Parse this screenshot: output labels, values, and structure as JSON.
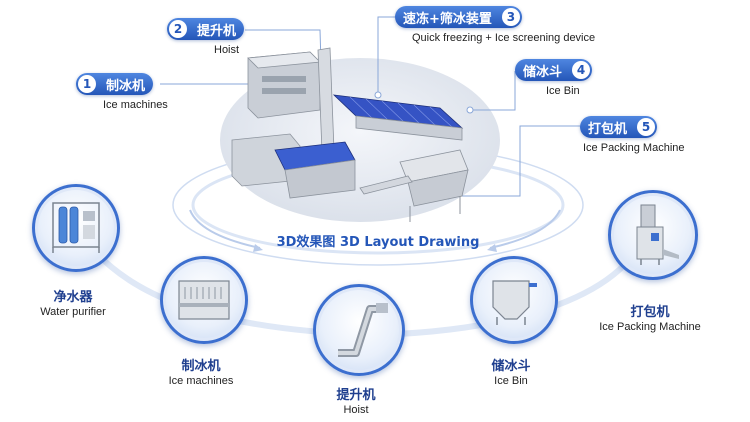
{
  "center_title": "3D效果图 3D Layout Drawing",
  "callouts": [
    {
      "num": "1",
      "cn": "制冰机",
      "en": "Ice machines"
    },
    {
      "num": "2",
      "cn": "提升机",
      "en": "Hoist"
    },
    {
      "num": "3",
      "cn": "速冻+筛冰装置",
      "en": "Quick freezing + Ice screening device"
    },
    {
      "num": "4",
      "cn": "储冰斗",
      "en": "Ice Bin"
    },
    {
      "num": "5",
      "cn": "打包机",
      "en": "Ice Packing Machine"
    }
  ],
  "components": [
    {
      "cn": "净水器",
      "en": "Water purifier",
      "icon": "water-purifier-icon"
    },
    {
      "cn": "制冰机",
      "en": "Ice machines",
      "icon": "ice-machine-icon"
    },
    {
      "cn": "提升机",
      "en": "Hoist",
      "icon": "hoist-icon"
    },
    {
      "cn": "储冰斗",
      "en": "Ice Bin",
      "icon": "ice-bin-icon"
    },
    {
      "cn": "打包机",
      "en": "Ice Packing Machine",
      "icon": "packing-machine-icon"
    }
  ],
  "colors": {
    "accent": "#2456b8",
    "ring": "#3c6fcf",
    "stage": "#e4e9f2"
  }
}
